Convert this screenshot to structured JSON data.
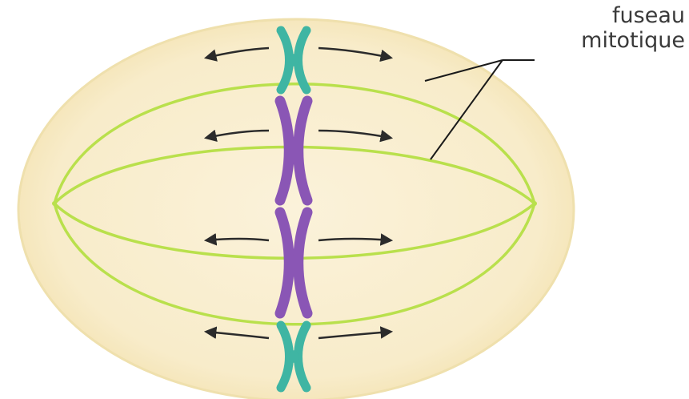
{
  "labels": {
    "spindle_line1": "fuseau",
    "spindle_line2": "mitotique"
  },
  "colors": {
    "cell_fill": "#f8f0d6",
    "cell_edge": "#efe0ad",
    "spindle": "#b9e04c",
    "chromosome_small": "#3fb5a3",
    "chromosome_large": "#8a56b5",
    "arrow": "#2b2b2b",
    "leader_line": "#1a1a1a",
    "text": "#3a3a3a"
  },
  "chromosomes": [
    {
      "kind": "small",
      "color_key": "chromosome_small"
    },
    {
      "kind": "large",
      "color_key": "chromosome_large"
    },
    {
      "kind": "large",
      "color_key": "chromosome_large"
    },
    {
      "kind": "small",
      "color_key": "chromosome_small"
    }
  ]
}
